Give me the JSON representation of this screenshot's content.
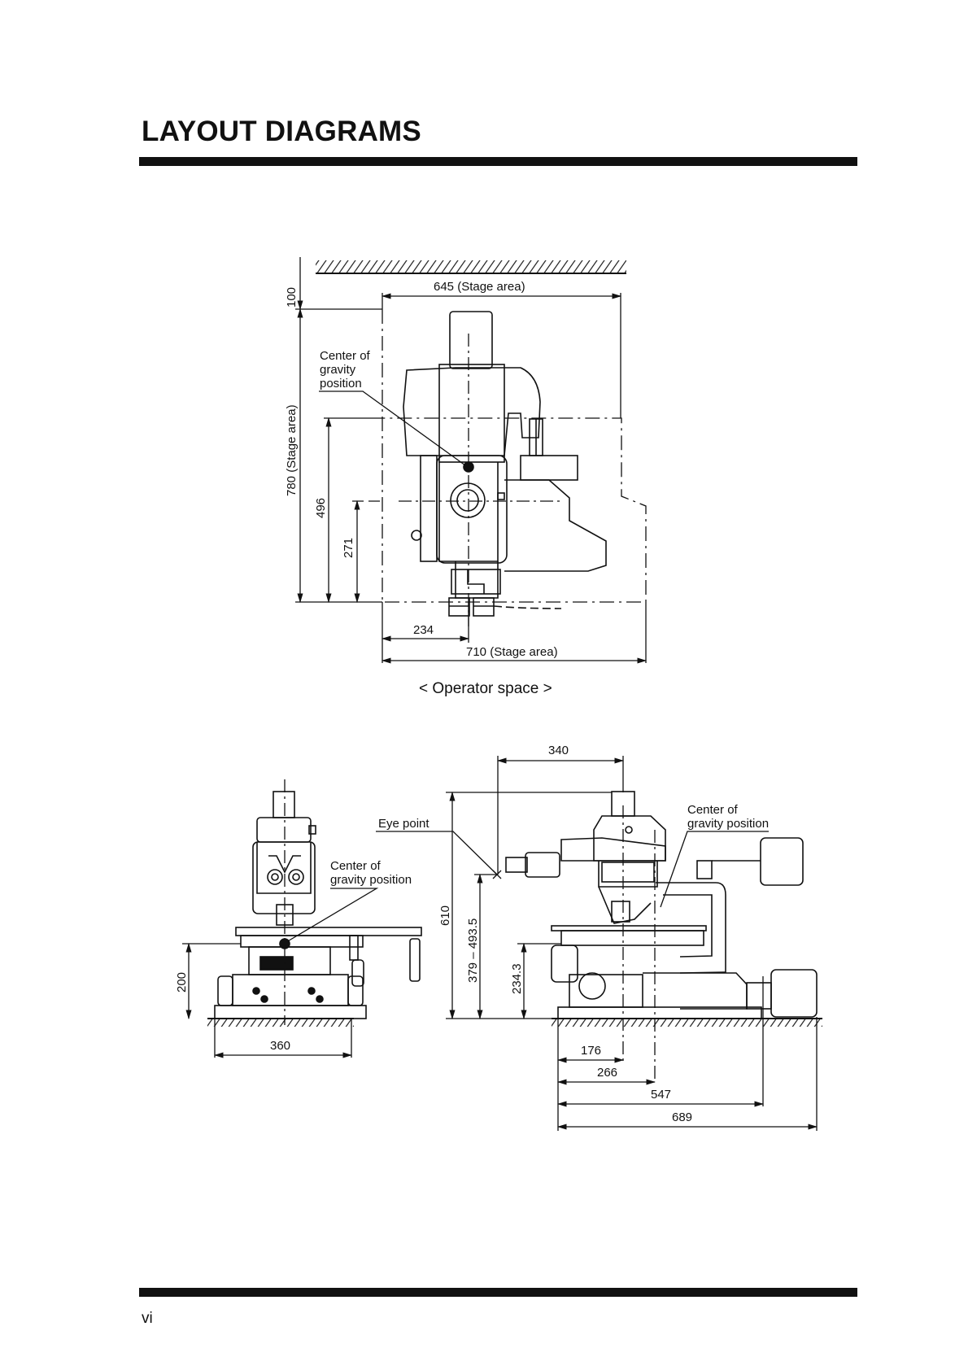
{
  "header": {
    "title": "LAYOUT DIAGRAMS"
  },
  "footer": {
    "page_number": "vi"
  },
  "top_view": {
    "stage_width": "645 (Stage area)",
    "wall_clearance": "100",
    "stage_depth": "780 (Stage area)",
    "cog_label": [
      "Center of",
      "gravity",
      "position"
    ],
    "dim_496": "496",
    "dim_271": "271",
    "dim_234": "234",
    "stage_710": "710 (Stage area)",
    "operator_space": "< Operator space >"
  },
  "front_view": {
    "cog_label": [
      "Center of",
      "gravity position"
    ],
    "height_200": "200",
    "width_360": "360"
  },
  "side_view": {
    "dim_340": "340",
    "eye_point": "Eye point",
    "cog_label": [
      "Center of",
      "gravity position"
    ],
    "height_610": "610",
    "eye_range": "379 – 493.5",
    "height_234": "234.3",
    "dim_176": "176",
    "dim_266": "266",
    "dim_547": "547",
    "dim_689": "689"
  }
}
